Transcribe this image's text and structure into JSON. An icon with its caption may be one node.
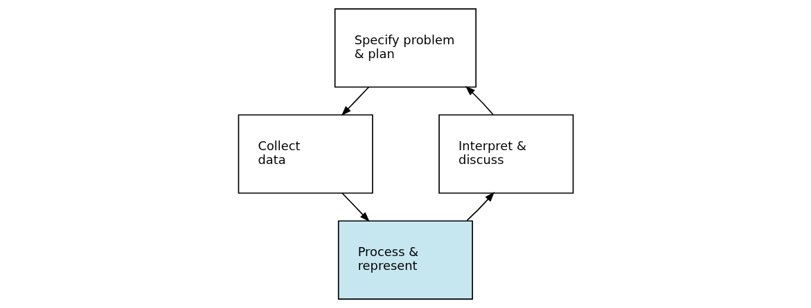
{
  "diagram": {
    "nodes": [
      {
        "text": [
          "Specify problem & plan"
        ]
      },
      {
        "text": [
          "Collect data"
        ]
      },
      {
        "text": [
          "Process & represent"
        ]
      },
      {
        "text": [
          "Interpret & discuss"
        ]
      }
    ],
    "edges": [
      {
        "from": 0,
        "to": 1,
        "arrow": "to"
      },
      {
        "from": 1,
        "to": 2,
        "arrow": "to"
      },
      {
        "from": 2,
        "to": 3,
        "arrow": "to"
      },
      {
        "from": 3,
        "to": 0,
        "arrow": "to"
      }
    ]
  }
}
